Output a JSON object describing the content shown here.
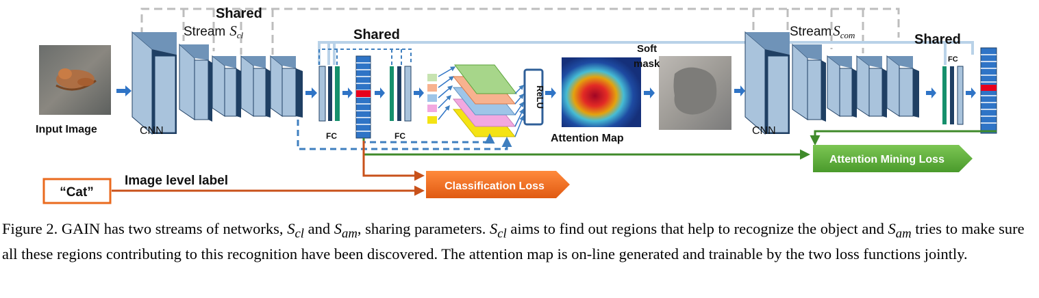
{
  "labels": {
    "shared_top": "Shared",
    "shared_fc": "Shared",
    "shared_right": "Shared",
    "stream_cl_word": "Stream",
    "stream_cl_symbol": "S",
    "stream_cl_sub": "cl",
    "stream_com_word": "Stream",
    "stream_com_symbol": "S",
    "stream_com_sub": "com",
    "input_image": "Input  Image",
    "cnn_left": "CNN",
    "cnn_right": "CNN",
    "fc1": "FC",
    "fc2": "FC",
    "fc3": "FC",
    "relu": "ReLU",
    "attention_map": "Attention Map",
    "soft": "Soft",
    "mask": "mask",
    "image_level_label": "Image level label",
    "cat_label": "“Cat”",
    "classification_loss": "Classification Loss",
    "attention_mining_loss": "Attention Mining Loss"
  },
  "caption": {
    "p1": "Figure 2. GAIN has two streams of networks, ",
    "s1": "S",
    "s1_sub": "cl",
    "p2": " and ",
    "s2": "S",
    "s2_sub": "am",
    "p3": ", sharing parameters. ",
    "s3": "S",
    "s3_sub": "cl",
    "p4": " aims to find out regions that help to recognize the object and ",
    "s4": "S",
    "s4_sub": "am",
    "p5": " tries to make sure all these regions contributing to this recognition have been discovered. The attention map is on-line generated and trainable by the two loss functions jointly."
  },
  "colors": {
    "block_front": "#a9c3dc",
    "block_side": "#1f3f63",
    "block_top": "#6f93b8",
    "orange": "#ea6a1e",
    "green": "#58a832",
    "teal": "#16906c",
    "dashed_blue": "#3f7fbf",
    "shared_line": "#b9d2e8",
    "gray_dash": "#bdbdbd",
    "output_red": "#e8001c",
    "output_blue": "#2f74c6"
  }
}
